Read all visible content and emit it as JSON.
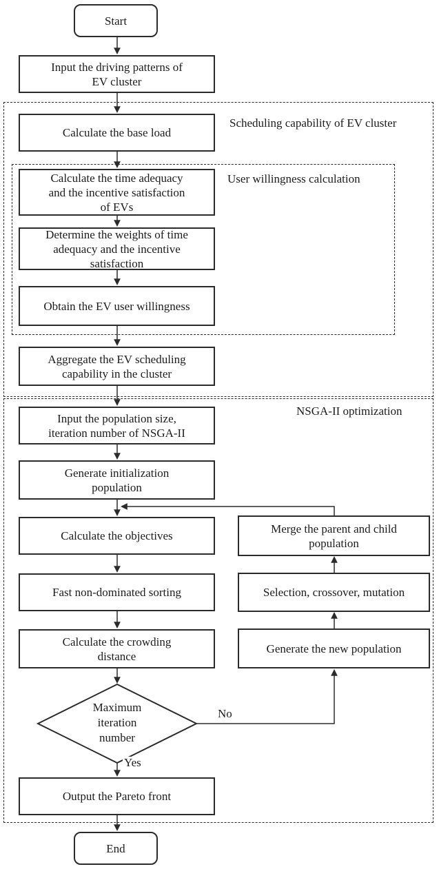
{
  "diagram": {
    "regions": {
      "scheduling": "Scheduling capability of EV cluster",
      "user_willingness": "User willingness calculation",
      "nsga": "NSGA-II optimization"
    },
    "nodes": {
      "start": "Start",
      "input_driving": "Input the driving patterns of\nEV cluster",
      "base_load": "Calculate the base load",
      "time_adequacy": "Calculate the time adequacy\nand the incentive satisfaction\nof EVs",
      "weights": "Determine the weights of time\nadequacy and the incentive\nsatisfaction",
      "willingness": "Obtain the EV user willingness",
      "aggregate": "Aggregate the EV scheduling\ncapability in the cluster",
      "input_population": "Input the population size,\niteration number of NSGA-II",
      "generate_init": "Generate initialization\npopulation",
      "objectives": "Calculate the objectives",
      "merge": "Merge the parent and child\npopulation",
      "sorting": "Fast non-dominated sorting",
      "selection": "Selection, crossover, mutation",
      "crowding": "Calculate the crowding\ndistance",
      "new_population": "Generate the new population",
      "max_iteration": "Maximum\niteration\nnumber",
      "output_pareto": "Output the Pareto front",
      "end": "End"
    },
    "edges": {
      "no": "No",
      "yes": "Yes"
    },
    "colors": {
      "line": "#2b2b2b",
      "background": "#ffffff"
    }
  }
}
